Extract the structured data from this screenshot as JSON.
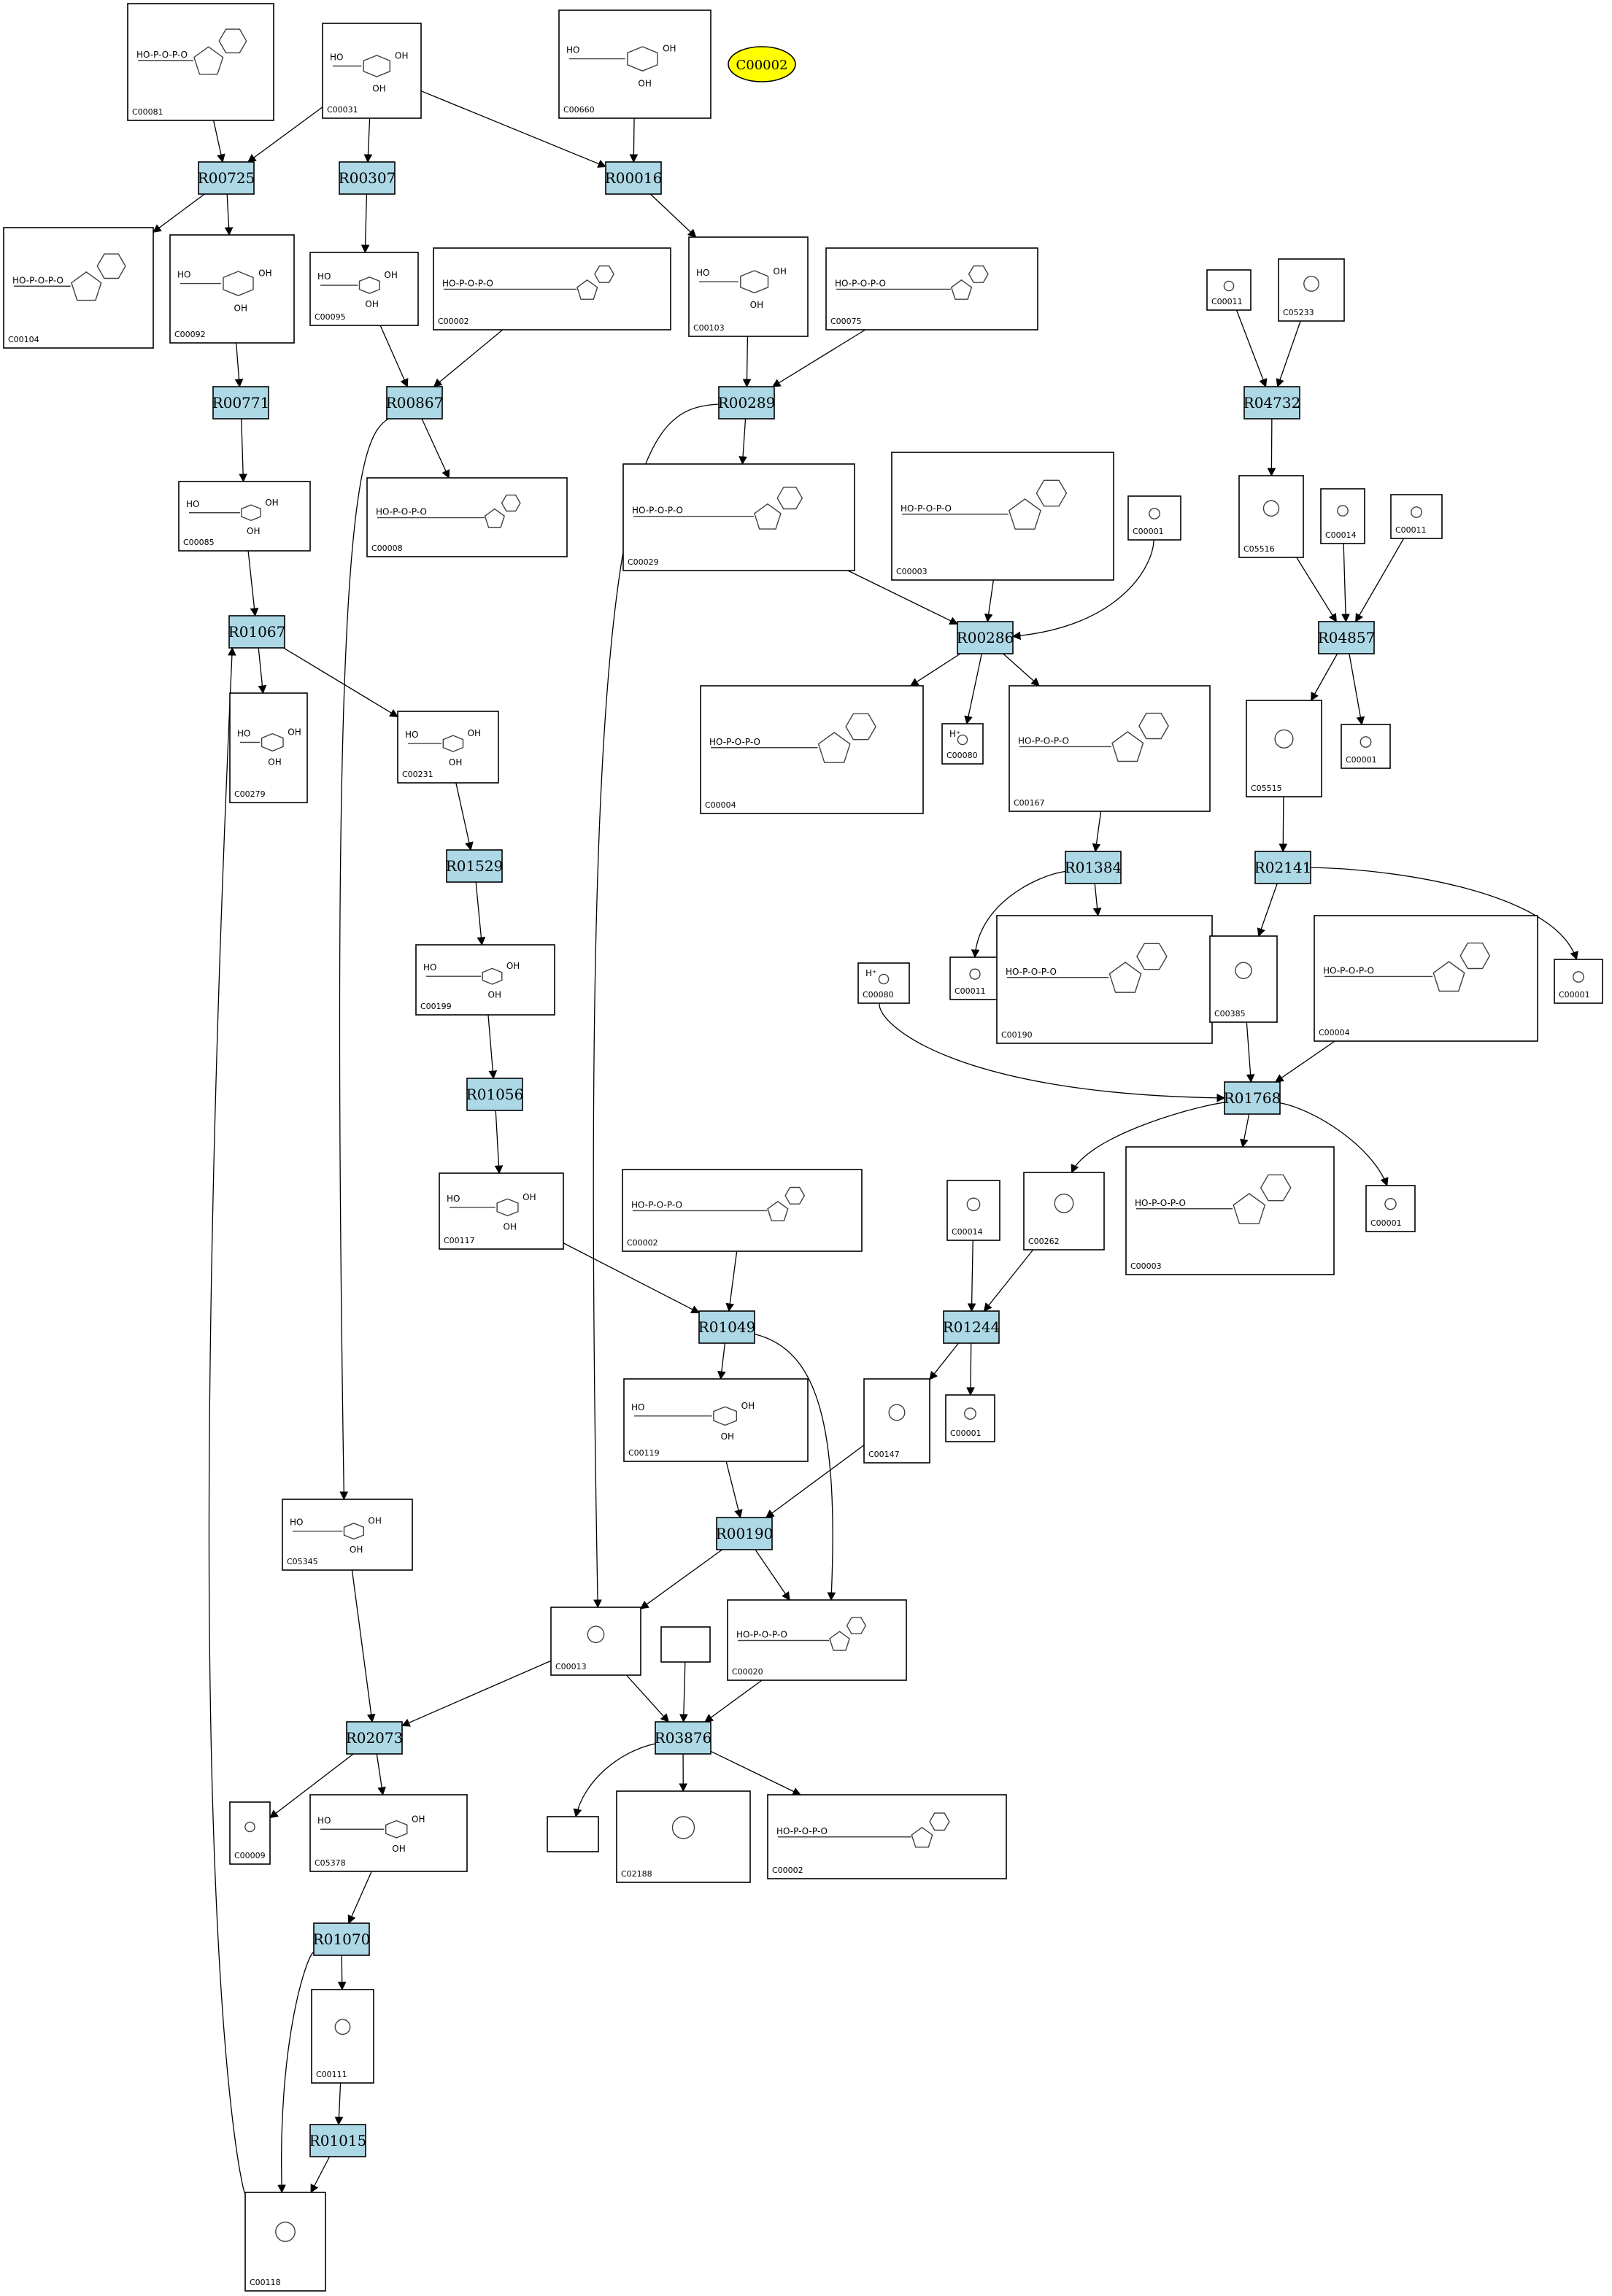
{
  "colors": {
    "reaction": "#add8e6",
    "highlight": "#ffff00",
    "stroke": "#000000"
  },
  "highlight_compound": "C00002",
  "compounds": [
    {
      "id": "c1",
      "label": "C00081",
      "kind": "nucleotide"
    },
    {
      "id": "c2",
      "label": "C00031",
      "kind": "sugar"
    },
    {
      "id": "c3",
      "label": "C00660",
      "kind": "sugar"
    },
    {
      "id": "c4",
      "label": "C00104",
      "kind": "nucleotide"
    },
    {
      "id": "c5",
      "label": "C00092",
      "kind": "sugar"
    },
    {
      "id": "c6",
      "label": "C00095",
      "kind": "sugar"
    },
    {
      "id": "c7",
      "label": "C00002",
      "kind": "nucleotide"
    },
    {
      "id": "c8",
      "label": "C00103",
      "kind": "sugar"
    },
    {
      "id": "c9",
      "label": "C00075",
      "kind": "nucleotide"
    },
    {
      "id": "c10",
      "label": "C00011",
      "kind": "small"
    },
    {
      "id": "c11",
      "label": "C05233",
      "kind": "small"
    },
    {
      "id": "c12",
      "label": "C00008",
      "kind": "nucleotide"
    },
    {
      "id": "c13",
      "label": "C00085",
      "kind": "sugar"
    },
    {
      "id": "c14",
      "label": "C00029",
      "kind": "nucleotide"
    },
    {
      "id": "c15",
      "label": "C00003",
      "kind": "nucleotide"
    },
    {
      "id": "c16",
      "label": "C00001",
      "kind": "small"
    },
    {
      "id": "c17",
      "label": "C05516",
      "kind": "small"
    },
    {
      "id": "c18",
      "label": "C00014",
      "kind": "small"
    },
    {
      "id": "c19",
      "label": "C00011",
      "kind": "small"
    },
    {
      "id": "c20",
      "label": "C00279",
      "kind": "sugar"
    },
    {
      "id": "c21",
      "label": "C00231",
      "kind": "sugar"
    },
    {
      "id": "c22",
      "label": "C00004",
      "kind": "nucleotide"
    },
    {
      "id": "c23",
      "label": "C00080",
      "kind": "small",
      "text": "H⁺"
    },
    {
      "id": "c24",
      "label": "C00167",
      "kind": "nucleotide"
    },
    {
      "id": "c25",
      "label": "C05515",
      "kind": "small"
    },
    {
      "id": "c26",
      "label": "C00001",
      "kind": "small"
    },
    {
      "id": "c27",
      "label": "C00199",
      "kind": "sugar"
    },
    {
      "id": "c28",
      "label": "C00011",
      "kind": "small"
    },
    {
      "id": "c29",
      "label": "C00190",
      "kind": "nucleotide"
    },
    {
      "id": "c30",
      "label": "C00080",
      "kind": "small",
      "text": "H⁺"
    },
    {
      "id": "c31",
      "label": "C00385",
      "kind": "small"
    },
    {
      "id": "c32",
      "label": "C00004",
      "kind": "nucleotide"
    },
    {
      "id": "c33",
      "label": "C00001",
      "kind": "small"
    },
    {
      "id": "c34",
      "label": "C00117",
      "kind": "sugar"
    },
    {
      "id": "c35",
      "label": "C00002",
      "kind": "nucleotide"
    },
    {
      "id": "c36",
      "label": "C00014",
      "kind": "small"
    },
    {
      "id": "c37",
      "label": "C00262",
      "kind": "small"
    },
    {
      "id": "c38",
      "label": "C00003",
      "kind": "nucleotide"
    },
    {
      "id": "c39",
      "label": "C00001",
      "kind": "small"
    },
    {
      "id": "c40",
      "label": "C00119",
      "kind": "sugar"
    },
    {
      "id": "c41",
      "label": "C00147",
      "kind": "small"
    },
    {
      "id": "c42",
      "label": "C00001",
      "kind": "small"
    },
    {
      "id": "c43",
      "label": "C05345",
      "kind": "sugar"
    },
    {
      "id": "c44",
      "label": "C00013",
      "kind": "small"
    },
    {
      "id": "c45",
      "label": "C00020",
      "kind": "nucleotide"
    },
    {
      "id": "c46",
      "label": "",
      "kind": "empty"
    },
    {
      "id": "c47",
      "label": "C00009",
      "kind": "small"
    },
    {
      "id": "c48",
      "label": "C05378",
      "kind": "sugar"
    },
    {
      "id": "c49",
      "label": "",
      "kind": "empty"
    },
    {
      "id": "c50",
      "label": "C02188",
      "kind": "small"
    },
    {
      "id": "c51",
      "label": "C00002",
      "kind": "nucleotide"
    },
    {
      "id": "c52",
      "label": "C00111",
      "kind": "small"
    },
    {
      "id": "c53",
      "label": "C00118",
      "kind": "small"
    }
  ],
  "reactions": [
    {
      "id": "r1",
      "label": "R00725"
    },
    {
      "id": "r2",
      "label": "R00307"
    },
    {
      "id": "r3",
      "label": "R00016"
    },
    {
      "id": "r4",
      "label": "R00771"
    },
    {
      "id": "r5",
      "label": "R00867"
    },
    {
      "id": "r6",
      "label": "R00289"
    },
    {
      "id": "r7",
      "label": "R04732"
    },
    {
      "id": "r8",
      "label": "R01067"
    },
    {
      "id": "r9",
      "label": "R00286"
    },
    {
      "id": "r10",
      "label": "R04857"
    },
    {
      "id": "r11",
      "label": "R01529"
    },
    {
      "id": "r12",
      "label": "R01384"
    },
    {
      "id": "r13",
      "label": "R02141"
    },
    {
      "id": "r14",
      "label": "R01056"
    },
    {
      "id": "r15",
      "label": "R01768"
    },
    {
      "id": "r16",
      "label": "R01049"
    },
    {
      "id": "r17",
      "label": "R01244"
    },
    {
      "id": "r18",
      "label": "R00190"
    },
    {
      "id": "r19",
      "label": "R02073"
    },
    {
      "id": "r20",
      "label": "R03876"
    },
    {
      "id": "r21",
      "label": "R01070"
    },
    {
      "id": "r22",
      "label": "R01015"
    }
  ],
  "edges": [
    [
      "c1",
      "r1"
    ],
    [
      "c2",
      "r1"
    ],
    [
      "r1",
      "c4"
    ],
    [
      "r1",
      "c5"
    ],
    [
      "c2",
      "r2"
    ],
    [
      "r2",
      "c6"
    ],
    [
      "c2",
      "r3"
    ],
    [
      "c3",
      "r3"
    ],
    [
      "r3",
      "c8"
    ],
    [
      "c5",
      "r4"
    ],
    [
      "r4",
      "c13"
    ],
    [
      "c6",
      "r5"
    ],
    [
      "c7",
      "r5"
    ],
    [
      "r5",
      "c12"
    ],
    [
      "r5",
      "c43"
    ],
    [
      "c8",
      "r6"
    ],
    [
      "c9",
      "r6"
    ],
    [
      "r6",
      "c14"
    ],
    [
      "r6",
      "c44"
    ],
    [
      "c10",
      "r7"
    ],
    [
      "c11",
      "r7"
    ],
    [
      "r7",
      "c17"
    ],
    [
      "c13",
      "r8"
    ],
    [
      "r8",
      "c20"
    ],
    [
      "r8",
      "c21"
    ],
    [
      "c14",
      "r9"
    ],
    [
      "c15",
      "r9"
    ],
    [
      "c16",
      "r9"
    ],
    [
      "r9",
      "c22"
    ],
    [
      "r9",
      "c23"
    ],
    [
      "r9",
      "c24"
    ],
    [
      "c17",
      "r10"
    ],
    [
      "c18",
      "r10"
    ],
    [
      "c19",
      "r10"
    ],
    [
      "r10",
      "c25"
    ],
    [
      "r10",
      "c26"
    ],
    [
      "c21",
      "r11"
    ],
    [
      "r11",
      "c27"
    ],
    [
      "c24",
      "r12"
    ],
    [
      "r12",
      "c28"
    ],
    [
      "r12",
      "c29"
    ],
    [
      "c25",
      "r13"
    ],
    [
      "r13",
      "c31"
    ],
    [
      "r13",
      "c33"
    ],
    [
      "c27",
      "r14"
    ],
    [
      "r14",
      "c34"
    ],
    [
      "c30",
      "r15"
    ],
    [
      "c31",
      "r15"
    ],
    [
      "c32",
      "r15"
    ],
    [
      "r15",
      "c37"
    ],
    [
      "r15",
      "c38"
    ],
    [
      "r15",
      "c39"
    ],
    [
      "c34",
      "r16"
    ],
    [
      "c35",
      "r16"
    ],
    [
      "r16",
      "c40"
    ],
    [
      "r16",
      "c45"
    ],
    [
      "c36",
      "r17"
    ],
    [
      "c37",
      "r17"
    ],
    [
      "r17",
      "c41"
    ],
    [
      "r17",
      "c42"
    ],
    [
      "c40",
      "r18"
    ],
    [
      "c41",
      "r18"
    ],
    [
      "r18",
      "c44"
    ],
    [
      "r18",
      "c45"
    ],
    [
      "c43",
      "r19"
    ],
    [
      "c44",
      "r19"
    ],
    [
      "r19",
      "c47"
    ],
    [
      "r19",
      "c48"
    ],
    [
      "c44",
      "r20"
    ],
    [
      "c45",
      "r20"
    ],
    [
      "c46",
      "r20"
    ],
    [
      "r20",
      "c49"
    ],
    [
      "r20",
      "c50"
    ],
    [
      "r20",
      "c51"
    ],
    [
      "c48",
      "r21"
    ],
    [
      "r21",
      "c52"
    ],
    [
      "r21",
      "c53"
    ],
    [
      "c52",
      "r22"
    ],
    [
      "r22",
      "c53"
    ],
    [
      "c53",
      "r8"
    ]
  ]
}
